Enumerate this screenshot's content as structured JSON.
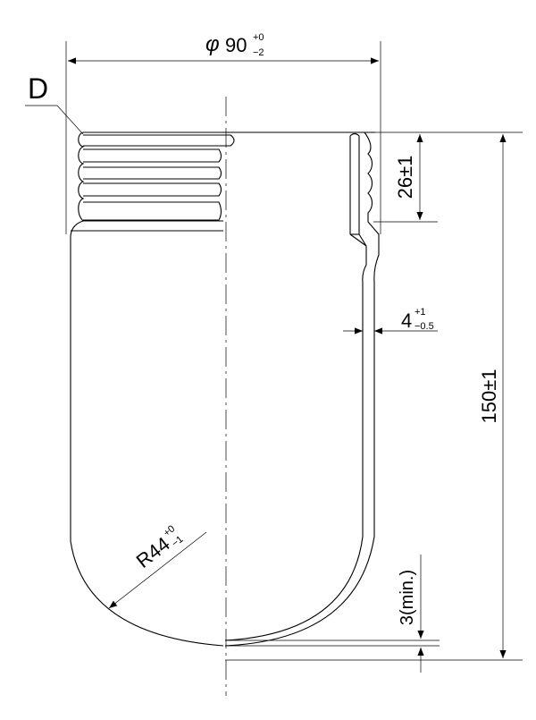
{
  "callout": {
    "label": "D"
  },
  "dimensions": {
    "diameter": {
      "symbol": "φ",
      "value": "90",
      "tol_upper": "+0",
      "tol_lower": "−2"
    },
    "thread_height": {
      "text": "26±1"
    },
    "wall": {
      "value": "4",
      "tol_upper": "+1",
      "tol_lower": "−0.5"
    },
    "total_height": {
      "text": "150±1"
    },
    "radius": {
      "value": "R44",
      "tol_upper": "+0",
      "tol_lower": "−1"
    },
    "bottom": {
      "text": "3(min.)"
    }
  },
  "colors": {
    "line": "#000000",
    "background": "#ffffff"
  }
}
